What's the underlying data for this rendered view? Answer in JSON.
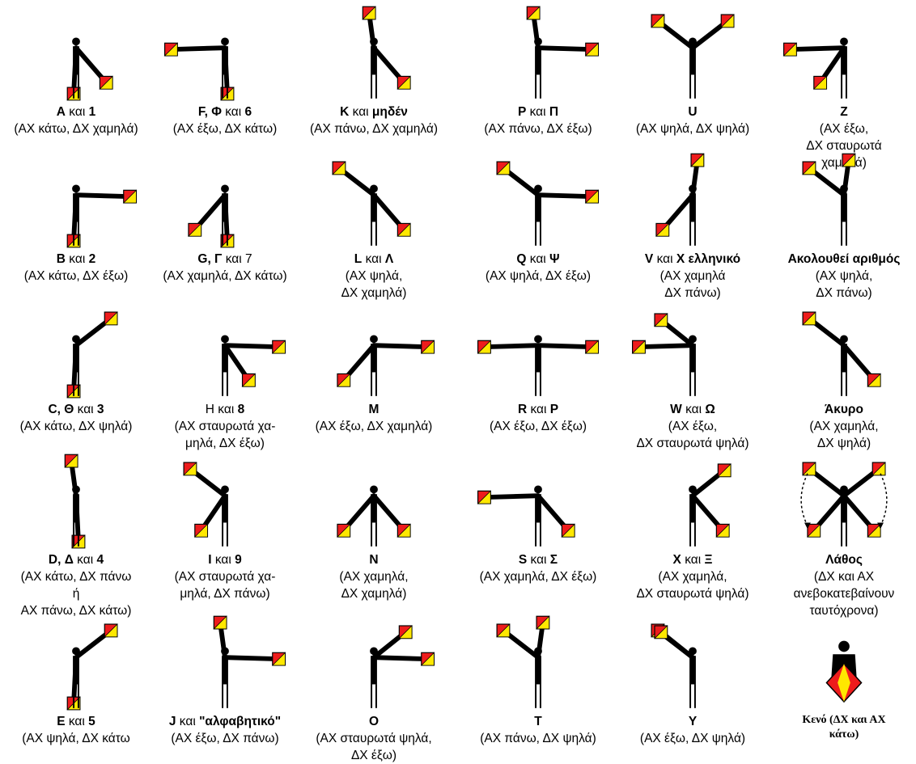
{
  "title": "",
  "colors": {
    "flag_red": "#ee1c1c",
    "flag_yellow": "#ffe800",
    "figure": "#000000",
    "background": "#ffffff"
  },
  "signals": [
    {
      "id": "a",
      "label": [
        "A και 1"
      ],
      "bold": [
        "A",
        "1"
      ],
      "desc": [
        "(ΑΧ κάτω, ΔΧ χαμηλά)"
      ],
      "left": "down",
      "right": "low-out"
    },
    {
      "id": "f",
      "label": [
        "F, Φ και 6"
      ],
      "bold": [
        "F, Φ",
        "6"
      ],
      "desc": [
        "(ΑΧ έξω, ΔΧ κάτω)"
      ],
      "left": "out",
      "right": "down"
    },
    {
      "id": "k",
      "label": [
        "K και μηδέν"
      ],
      "bold": [
        "K",
        "μηδέν"
      ],
      "desc": [
        "(ΑΧ πάνω, ΔΧ χαμηλά)"
      ],
      "left": "up",
      "right": "low-out"
    },
    {
      "id": "p",
      "label": [
        "P και Π"
      ],
      "bold": [
        "P",
        "Π"
      ],
      "desc": [
        "(ΑΧ πάνω, ΔΧ έξω)"
      ],
      "left": "up",
      "right": "out"
    },
    {
      "id": "u",
      "label": [
        "U"
      ],
      "bold": [
        "U"
      ],
      "desc": [
        "(ΑΧ ψηλά, ΔΧ ψηλά)"
      ],
      "left": "high-out",
      "right": "high-out"
    },
    {
      "id": "z",
      "label": [
        "Z"
      ],
      "bold": [
        "Z"
      ],
      "desc": [
        "(ΑΧ έξω,",
        "ΔΧ σταυρωτά",
        "χαμηλά)"
      ],
      "left": "out",
      "right": "low-cross"
    },
    {
      "id": "b",
      "label": [
        "B και 2"
      ],
      "bold": [
        "B",
        "2"
      ],
      "desc": [
        "(ΑΧ κάτω, ΔΧ έξω)"
      ],
      "left": "down",
      "right": "out"
    },
    {
      "id": "g",
      "label": [
        "G, Γ και 7"
      ],
      "bold": [
        "G, Γ"
      ],
      "desc": [
        "(ΑΧ χαμηλά, ΔΧ κάτω)"
      ],
      "left": "low-out",
      "right": "down"
    },
    {
      "id": "l",
      "label": [
        "L και Λ"
      ],
      "bold": [
        "L",
        "Λ"
      ],
      "desc": [
        "(ΑΧ ψηλά,",
        "ΔΧ χαμηλά)"
      ],
      "left": "high-out",
      "right": "low-out"
    },
    {
      "id": "q",
      "label": [
        "Q και Ψ"
      ],
      "bold": [
        "Q",
        "Ψ"
      ],
      "desc": [
        "(ΑΧ ψηλά, ΔΧ έξω)"
      ],
      "left": "high-out",
      "right": "out"
    },
    {
      "id": "v",
      "label": [
        "V και Χ ελληνικό"
      ],
      "bold": [
        "V",
        "Χ ελληνικό"
      ],
      "desc": [
        "(ΑΧ χαμηλά",
        "ΔΧ πάνω)"
      ],
      "left": "low-out",
      "right": "up"
    },
    {
      "id": "num",
      "label": [
        "Ακολουθεί αριθμός"
      ],
      "bold": [
        "Ακολουθεί αριθμός"
      ],
      "desc": [
        "(ΑΧ ψηλά,",
        "ΔΧ πάνω)"
      ],
      "left": "high-out",
      "right": "up"
    },
    {
      "id": "c",
      "label": [
        "C, Θ και 3"
      ],
      "bold": [
        "C, Θ",
        "3"
      ],
      "desc": [
        "(ΑΧ κάτω, ΔΧ ψηλά)"
      ],
      "left": "down",
      "right": "high-out"
    },
    {
      "id": "h",
      "label": [
        "H και 8"
      ],
      "bold": [
        "8"
      ],
      "desc": [
        "(ΑΧ σταυρωτά χα-",
        "μηλά, ΔΧ έξω)"
      ],
      "left": "low-cross",
      "right": "out"
    },
    {
      "id": "m",
      "label": [
        "M"
      ],
      "bold": [
        "M"
      ],
      "desc": [
        "(ΑΧ έξω, ΔΧ χαμηλά)"
      ],
      "left": "low-out",
      "right": "out"
    },
    {
      "id": "r",
      "label": [
        "R και Ρ"
      ],
      "bold": [
        "R",
        "Ρ"
      ],
      "desc": [
        "(ΑΧ έξω, ΔΧ έξω)"
      ],
      "left": "out",
      "right": "out"
    },
    {
      "id": "w",
      "label": [
        "W και Ω"
      ],
      "bold": [
        "W",
        "Ω"
      ],
      "desc": [
        "(ΑΧ έξω,",
        "ΔΧ σταυρωτά ψηλά)"
      ],
      "left": "out",
      "right": "high-cross"
    },
    {
      "id": "cancel",
      "label": [
        "Άκυρο"
      ],
      "bold": [
        "Άκυρο"
      ],
      "desc": [
        "(ΑΧ χαμηλά,",
        "ΔΧ ψηλά)"
      ],
      "left": "high-out",
      "right": "low-out"
    },
    {
      "id": "d",
      "label": [
        "D, Δ και 4"
      ],
      "bold": [
        "D, Δ",
        "4"
      ],
      "desc": [
        "(ΑΧ κάτω, ΔΧ πάνω",
        "ή",
        "ΑΧ πάνω, ΔΧ κάτω)"
      ],
      "left": "up",
      "right": "down"
    },
    {
      "id": "i",
      "label": [
        "I και 9"
      ],
      "bold": [
        "I",
        "9"
      ],
      "desc": [
        "(ΑΧ  σταυρωτά χα-",
        "μηλά, ΔΧ πάνω)"
      ],
      "left": "high-out",
      "right": "low-cross"
    },
    {
      "id": "n",
      "label": [
        "N"
      ],
      "bold": [
        "N"
      ],
      "desc": [
        "(ΑΧ χαμηλά,",
        "ΔΧ χαμηλά)"
      ],
      "left": "low-out",
      "right": "low-out"
    },
    {
      "id": "s",
      "label": [
        "S και Σ"
      ],
      "bold": [
        "S",
        "Σ"
      ],
      "desc": [
        "(ΑΧ χαμηλά, ΔΧ έξω)"
      ],
      "left": "out",
      "right": "low-out"
    },
    {
      "id": "x",
      "label": [
        "X και Ξ"
      ],
      "bold": [
        "X",
        "Ξ"
      ],
      "desc": [
        "(ΑΧ χαμηλά,",
        "ΔΧ σταυρωτά ψηλά)"
      ],
      "left": "high-cross",
      "right": "low-out"
    },
    {
      "id": "error",
      "label": [
        "Λάθος"
      ],
      "bold": [
        "Λάθος"
      ],
      "desc": [
        "(ΔΧ και ΑΧ",
        "ανεβοκατεβαίνουν",
        "ταυτόχρονα)"
      ],
      "left": "high-out",
      "right": "high-out",
      "error": true
    },
    {
      "id": "e",
      "label": [
        "E και 5"
      ],
      "bold": [
        "E",
        "5"
      ],
      "desc": [
        "(ΑΧ ψηλά, ΔΧ κάτω"
      ],
      "left": "down",
      "right": "high-out"
    },
    {
      "id": "j",
      "label": [
        "J και \"αλφαβητικό\""
      ],
      "bold": [
        "J",
        "\"αλφαβητικό\""
      ],
      "desc": [
        "(ΑΧ έξω, ΔΧ πάνω)"
      ],
      "left": "up",
      "right": "out"
    },
    {
      "id": "o",
      "label": [
        "O"
      ],
      "bold": [
        "O"
      ],
      "desc": [
        "(ΑΧ σταυρωτά ψηλά,",
        "ΔΧ έξω)"
      ],
      "left": "high-cross",
      "right": "out"
    },
    {
      "id": "t",
      "label": [
        "T"
      ],
      "bold": [
        "T"
      ],
      "desc": [
        "(ΑΧ πάνω, ΔΧ ψηλά)"
      ],
      "left": "high-out",
      "right": "up"
    },
    {
      "id": "y",
      "label": [
        "Y"
      ],
      "bold": [
        "Y"
      ],
      "desc": [
        "(ΑΧ έξω, ΔΧ ψηλά)"
      ],
      "left": "high-out",
      "right": "high-cross"
    },
    {
      "id": "space",
      "label": [
        "Κενό (ΔΧ και ΑΧ",
        "κάτω)"
      ],
      "bold": [],
      "desc": [],
      "left": "down",
      "right": "down",
      "space": true
    }
  ]
}
